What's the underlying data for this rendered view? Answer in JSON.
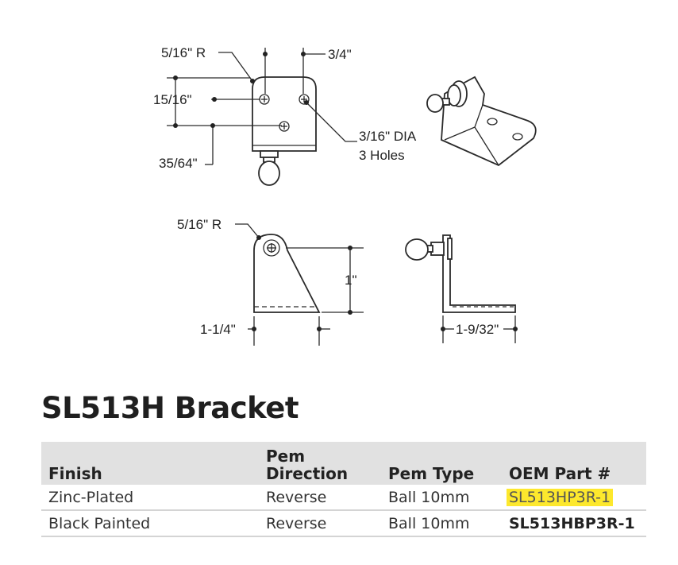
{
  "drawing": {
    "front_view": {
      "radius_label": "5/16\" R",
      "width_label": "3/4\"",
      "height_label": "15/16\"",
      "offset_label": "35/64\"",
      "holes_label_line1": "3/16\" DIA",
      "holes_label_line2": "3 Holes"
    },
    "side_view": {
      "radius_label": "5/16\" R",
      "height_label": "1\"",
      "width_label": "1-1/4\"",
      "depth_label": "1-9/32\""
    }
  },
  "product": {
    "title": "SL513H Bracket"
  },
  "table": {
    "headers": {
      "finish": "Finish",
      "pem_direction_line1": "Pem",
      "pem_direction_line2": "Direction",
      "pem_type": "Pem Type",
      "oem_part": "OEM Part #"
    },
    "rows": [
      {
        "finish": "Zinc-Plated",
        "pem_direction": "Reverse",
        "pem_type": "Ball 10mm",
        "oem_part": "SL513HP3R-1",
        "highlighted": true
      },
      {
        "finish": "Black Painted",
        "pem_direction": "Reverse",
        "pem_type": "Ball 10mm",
        "oem_part": "SL513HBP3R-1",
        "highlighted": false
      }
    ],
    "highlight_color": "#fde82d"
  }
}
